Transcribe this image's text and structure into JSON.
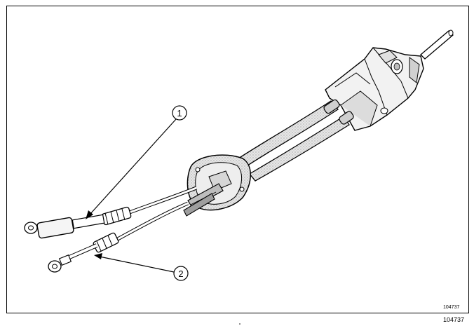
{
  "diagram": {
    "callouts": [
      {
        "id": "callout-1",
        "label": "1"
      },
      {
        "id": "callout-2",
        "label": "2"
      }
    ],
    "figure_number_inner": "104737",
    "figure_number_outer": "104737"
  }
}
